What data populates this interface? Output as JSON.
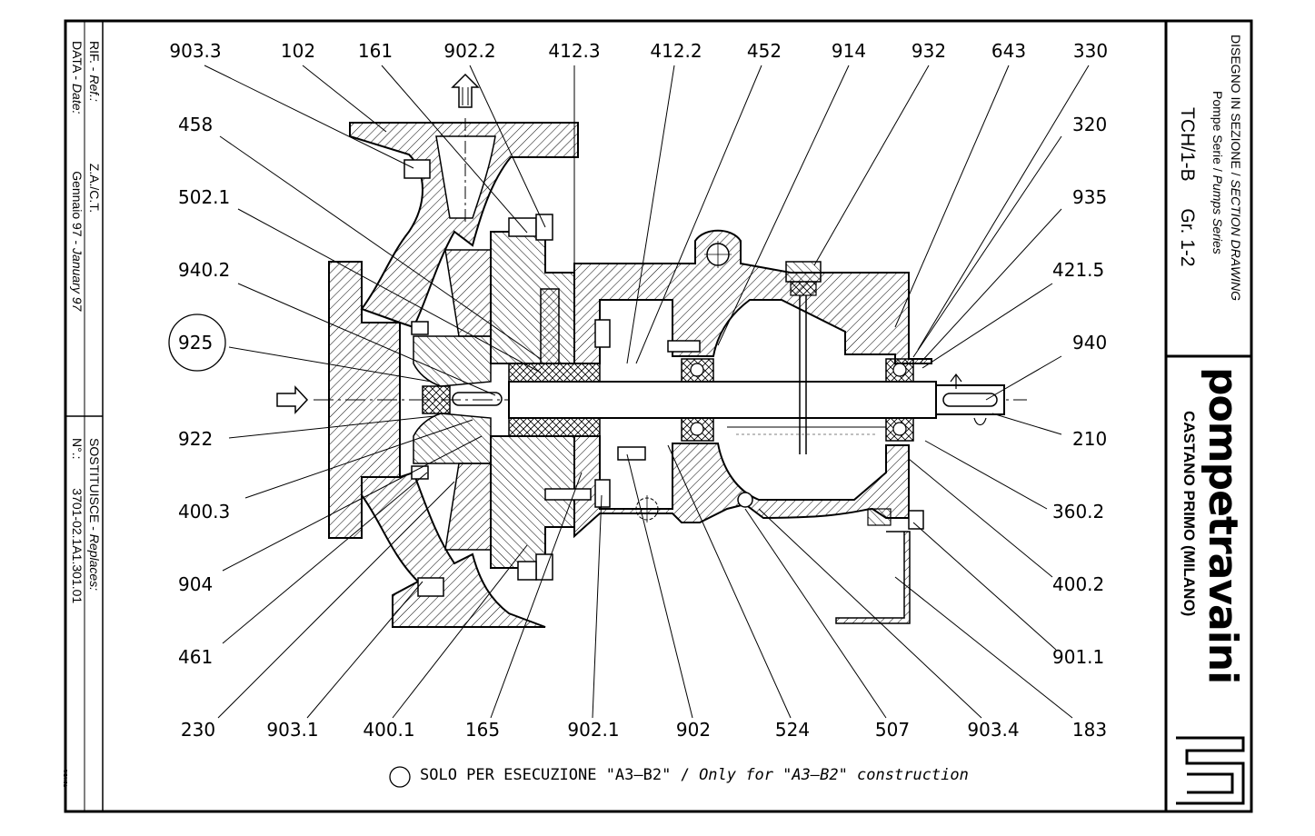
{
  "drawing": {
    "note": {
      "prefix": "SOLO PER ESECUZIONE \"A3–B2\"",
      "separator": " / ",
      "suffix": "Only for \"A3–B2\" construction"
    },
    "circled_label": "925",
    "labels": {
      "top": [
        "903.3",
        "102",
        "161",
        "902.2",
        "412.3",
        "412.2",
        "452",
        "914",
        "932",
        "643",
        "330"
      ],
      "left": [
        "458",
        "502.1",
        "940.2",
        "925",
        "922",
        "400.3",
        "904",
        "461"
      ],
      "right": [
        "320",
        "935",
        "421.5",
        "940",
        "210",
        "360.2",
        "400.2",
        "901.1"
      ],
      "bottom": [
        "230",
        "903.1",
        "400.1",
        "165",
        "902.1",
        "902",
        "524",
        "507",
        "903.4",
        "183"
      ]
    }
  },
  "left_strip": {
    "ref_label": "RIF. - ",
    "ref_label_en": "Ref.:",
    "ref_value": "Z.A./C.T.",
    "date_label": "DATA - ",
    "date_label_en": "Date:",
    "date_value_it": "Gennaio 97 - ",
    "date_value_en": "January 97",
    "replaces_label": "SOSTITUISCE - ",
    "replaces_label_en": "Replaces:",
    "number_label": "N°.:",
    "number_value": "3701-02.1A1.301.01",
    "tiny_code": "TCH/B/1"
  },
  "title_block": {
    "line1_it": "DISEGNO IN SEZIONE / ",
    "line1_en": "SECTION DRAWING",
    "line2_it": "Pompe Serie / ",
    "line2_en": "Pumps Series",
    "model": "TCH/1-B",
    "group": "Gr. 1-2",
    "company": "pompetravaini",
    "location": "CASTANO PRIMO  (MILANO)"
  }
}
